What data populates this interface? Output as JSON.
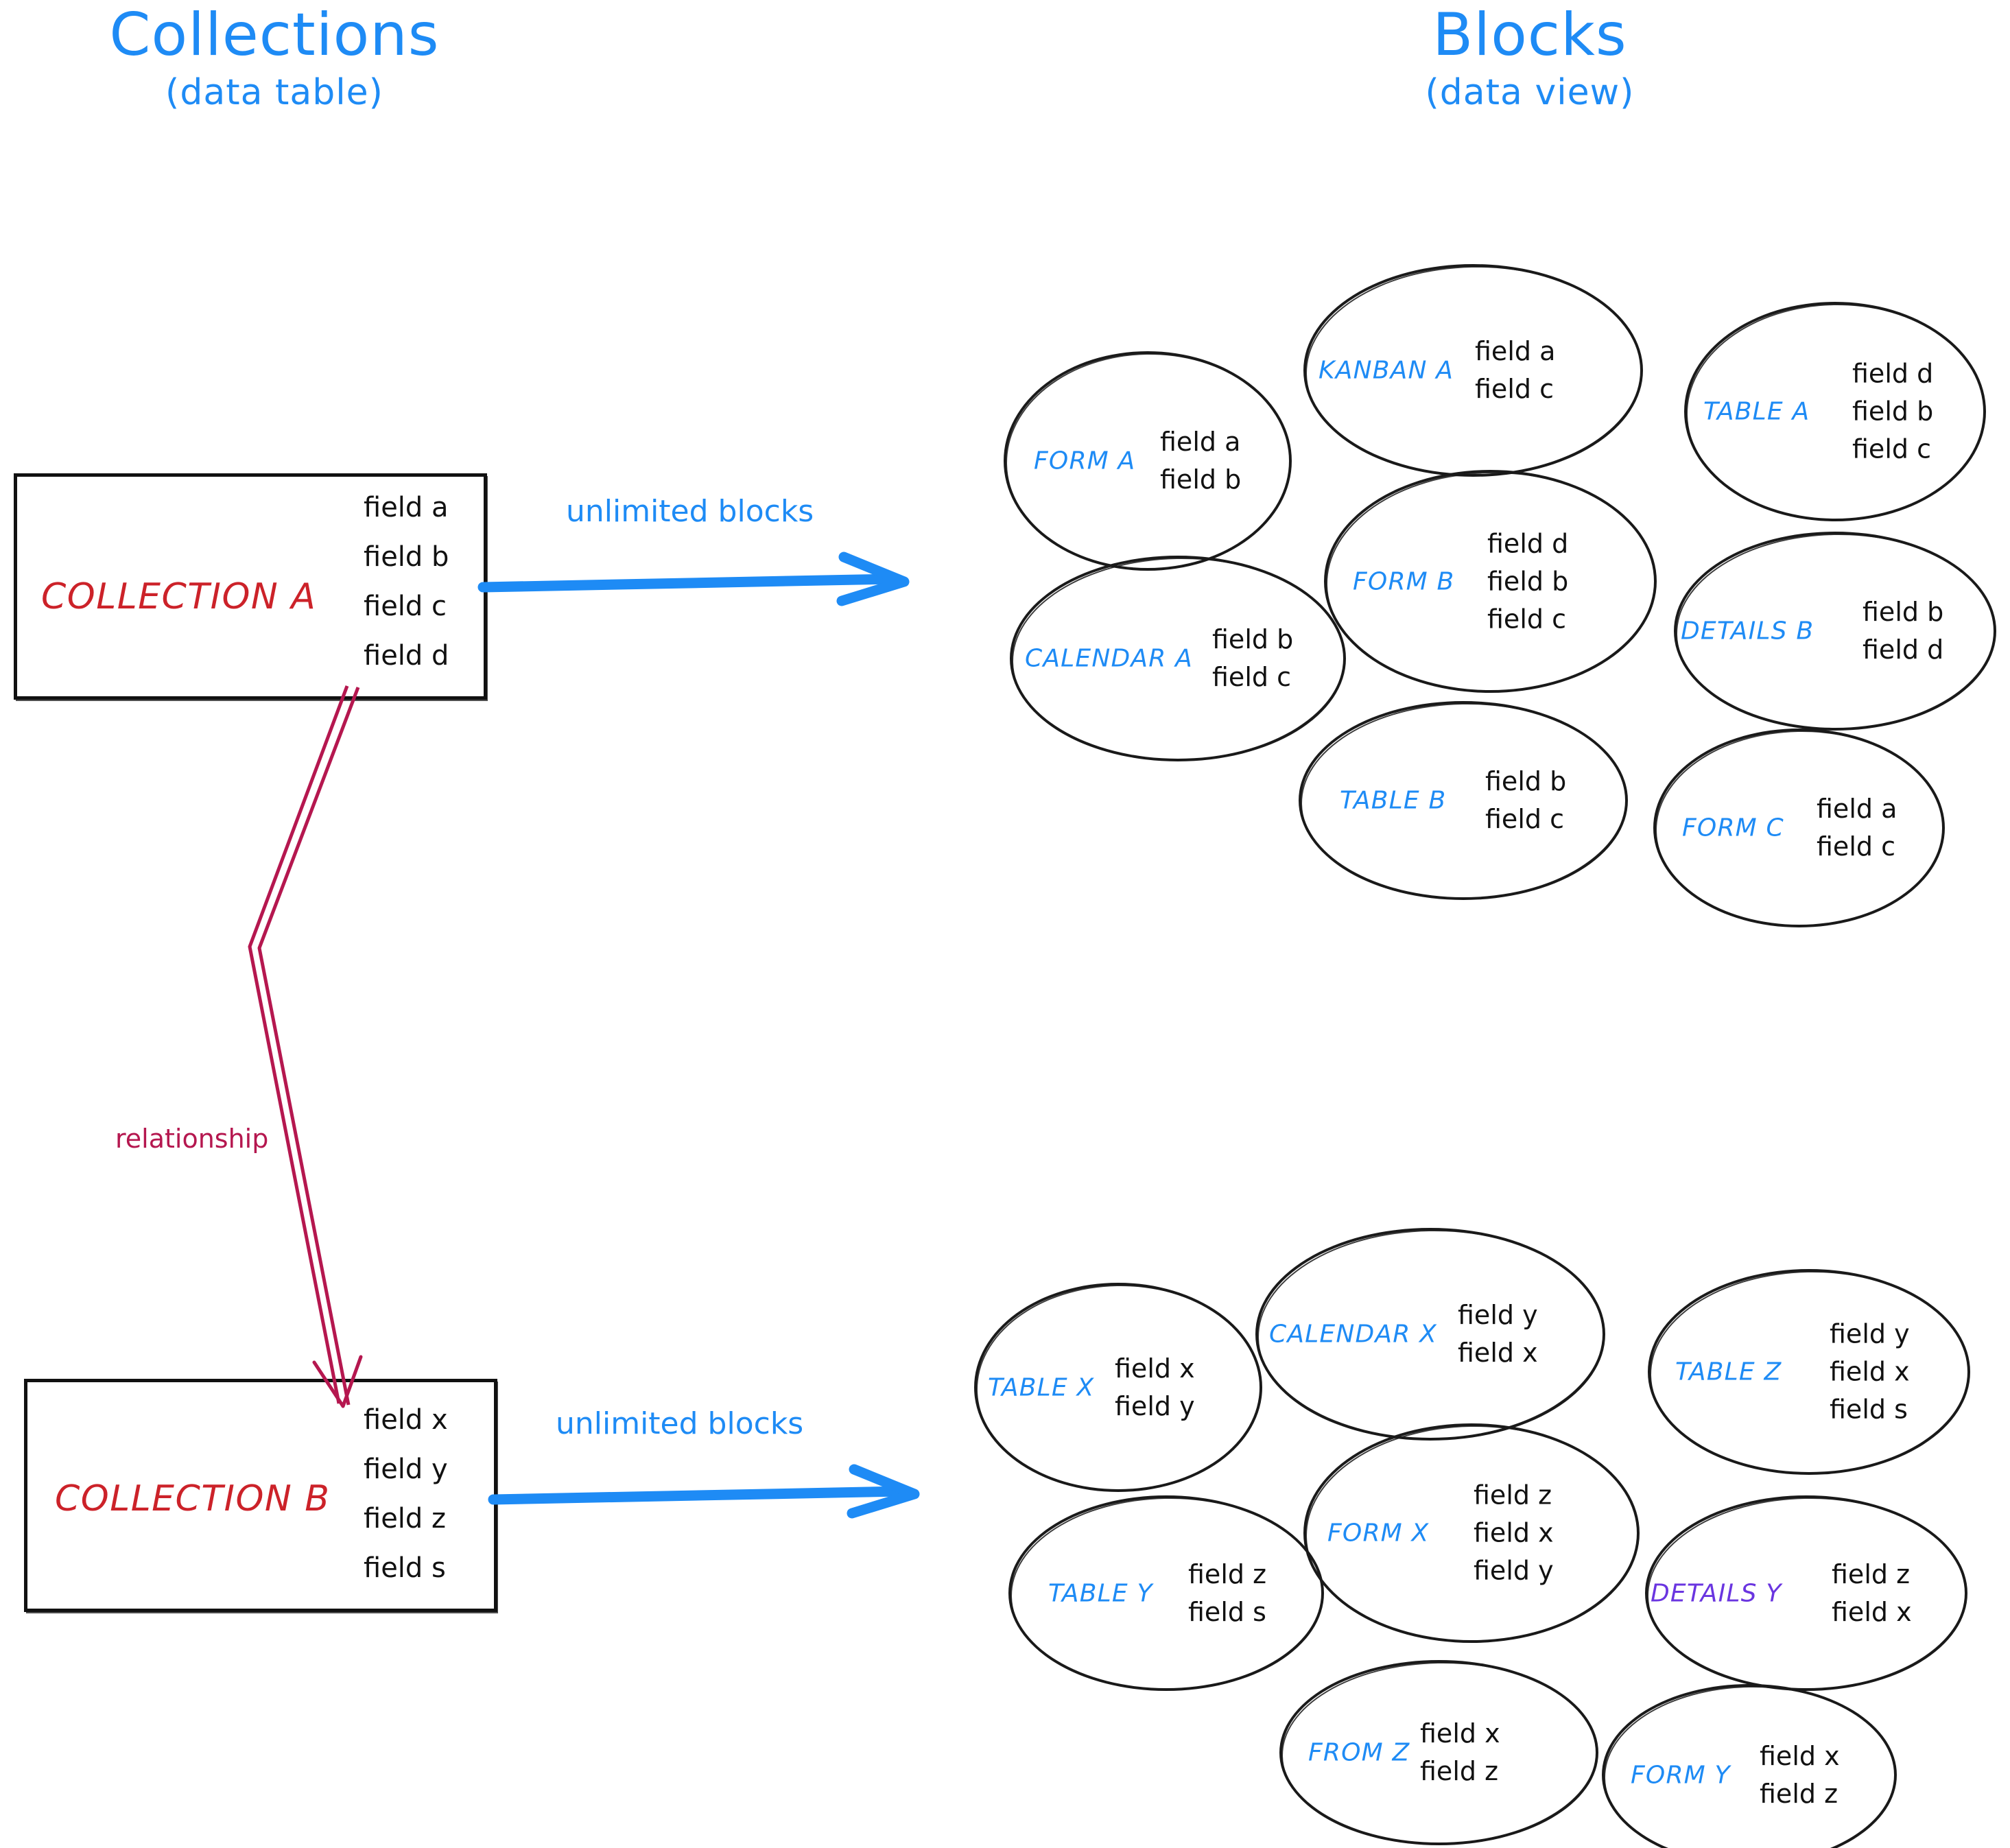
{
  "headings": {
    "left": {
      "title": "Collections",
      "subtitle": "(data table)"
    },
    "right": {
      "title": "Blocks",
      "subtitle": "(data view)"
    }
  },
  "colors": {
    "accent_blue": "#1e8bf5",
    "collection_red": "#cc2229",
    "relationship_crimson": "#b5174f",
    "details_purple": "#6a35e0",
    "ink_black": "#111111"
  },
  "collections": [
    {
      "name": "COLLECTION A",
      "fields": [
        "field a",
        "field b",
        "field c",
        "field d"
      ],
      "arrow_label": "unlimited blocks"
    },
    {
      "name": "COLLECTION B",
      "fields": [
        "field x",
        "field y",
        "field z",
        "field s"
      ],
      "arrow_label": "unlimited blocks"
    }
  ],
  "relationship": {
    "label": "relationship"
  },
  "blocks_top": [
    {
      "name": "FORM A",
      "fields": [
        "field a",
        "field b"
      ]
    },
    {
      "name": "KANBAN A",
      "fields": [
        "field a",
        "field c"
      ]
    },
    {
      "name": "TABLE A",
      "fields": [
        "field d",
        "field b",
        "field c"
      ]
    },
    {
      "name": "CALENDAR A",
      "fields": [
        "field b",
        "field c"
      ]
    },
    {
      "name": "FORM B",
      "fields": [
        "field d",
        "field b",
        "field c"
      ]
    },
    {
      "name": "DETAILS B",
      "fields": [
        "field b",
        "field d"
      ]
    },
    {
      "name": "TABLE B",
      "fields": [
        "field b",
        "field c"
      ]
    },
    {
      "name": "FORM C",
      "fields": [
        "field a",
        "field c"
      ]
    }
  ],
  "blocks_bottom": [
    {
      "name": "TABLE X",
      "fields": [
        "field x",
        "field y"
      ]
    },
    {
      "name": "CALENDAR X",
      "fields": [
        "field y",
        "field x"
      ]
    },
    {
      "name": "TABLE Z",
      "fields": [
        "field y",
        "field x",
        "field s"
      ]
    },
    {
      "name": "FORM X",
      "fields": [
        "field z",
        "field x",
        "field y"
      ]
    },
    {
      "name": "TABLE Y",
      "fields": [
        "field z",
        "field s"
      ]
    },
    {
      "name": "DETAILS Y",
      "fields": [
        "field z",
        "field x"
      ]
    },
    {
      "name": "FROM Z",
      "fields": [
        "field x",
        "field z"
      ]
    },
    {
      "name": "FORM Y",
      "fields": [
        "field x",
        "field z"
      ]
    }
  ]
}
